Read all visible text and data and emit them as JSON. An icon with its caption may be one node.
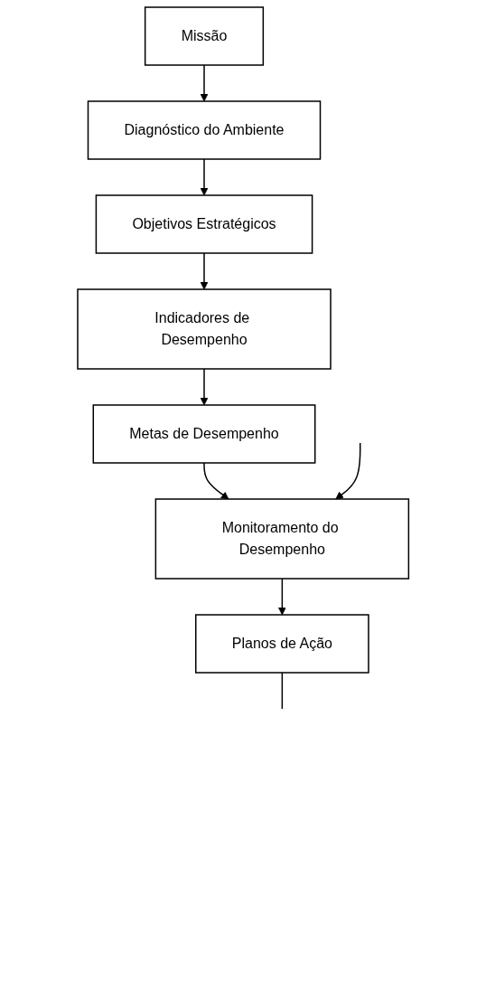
{
  "diagram": {
    "nodes": [
      {
        "text": [
          "Missão"
        ]
      },
      {
        "text": [
          "Diagnóstico do Ambiente"
        ]
      },
      {
        "text": [
          "Objetivos Estratégicos"
        ]
      },
      {
        "text": [
          "Indicadores de Desempenho"
        ]
      },
      {
        "text": [
          "Metas de Desempenho"
        ]
      },
      {
        "text": [
          "Monitoramento do Desempenho"
        ]
      },
      {
        "text": [
          "Planos de Ação"
        ]
      }
    ],
    "edges": [
      {
        "from": 0,
        "to": 1,
        "arrow": "to"
      },
      {
        "from": 1,
        "to": 2,
        "arrow": "to"
      },
      {
        "from": 2,
        "to": 3,
        "arrow": "to"
      },
      {
        "from": 3,
        "to": 4,
        "arrow": "to"
      },
      {
        "from": 4,
        "to": 5,
        "arrow": "to"
      },
      {
        "from": null,
        "to": 5,
        "arrow": "to"
      },
      {
        "from": 5,
        "to": 6,
        "arrow": "to"
      },
      {
        "from": 6,
        "to": null,
        "arrow": "none"
      }
    ]
  }
}
